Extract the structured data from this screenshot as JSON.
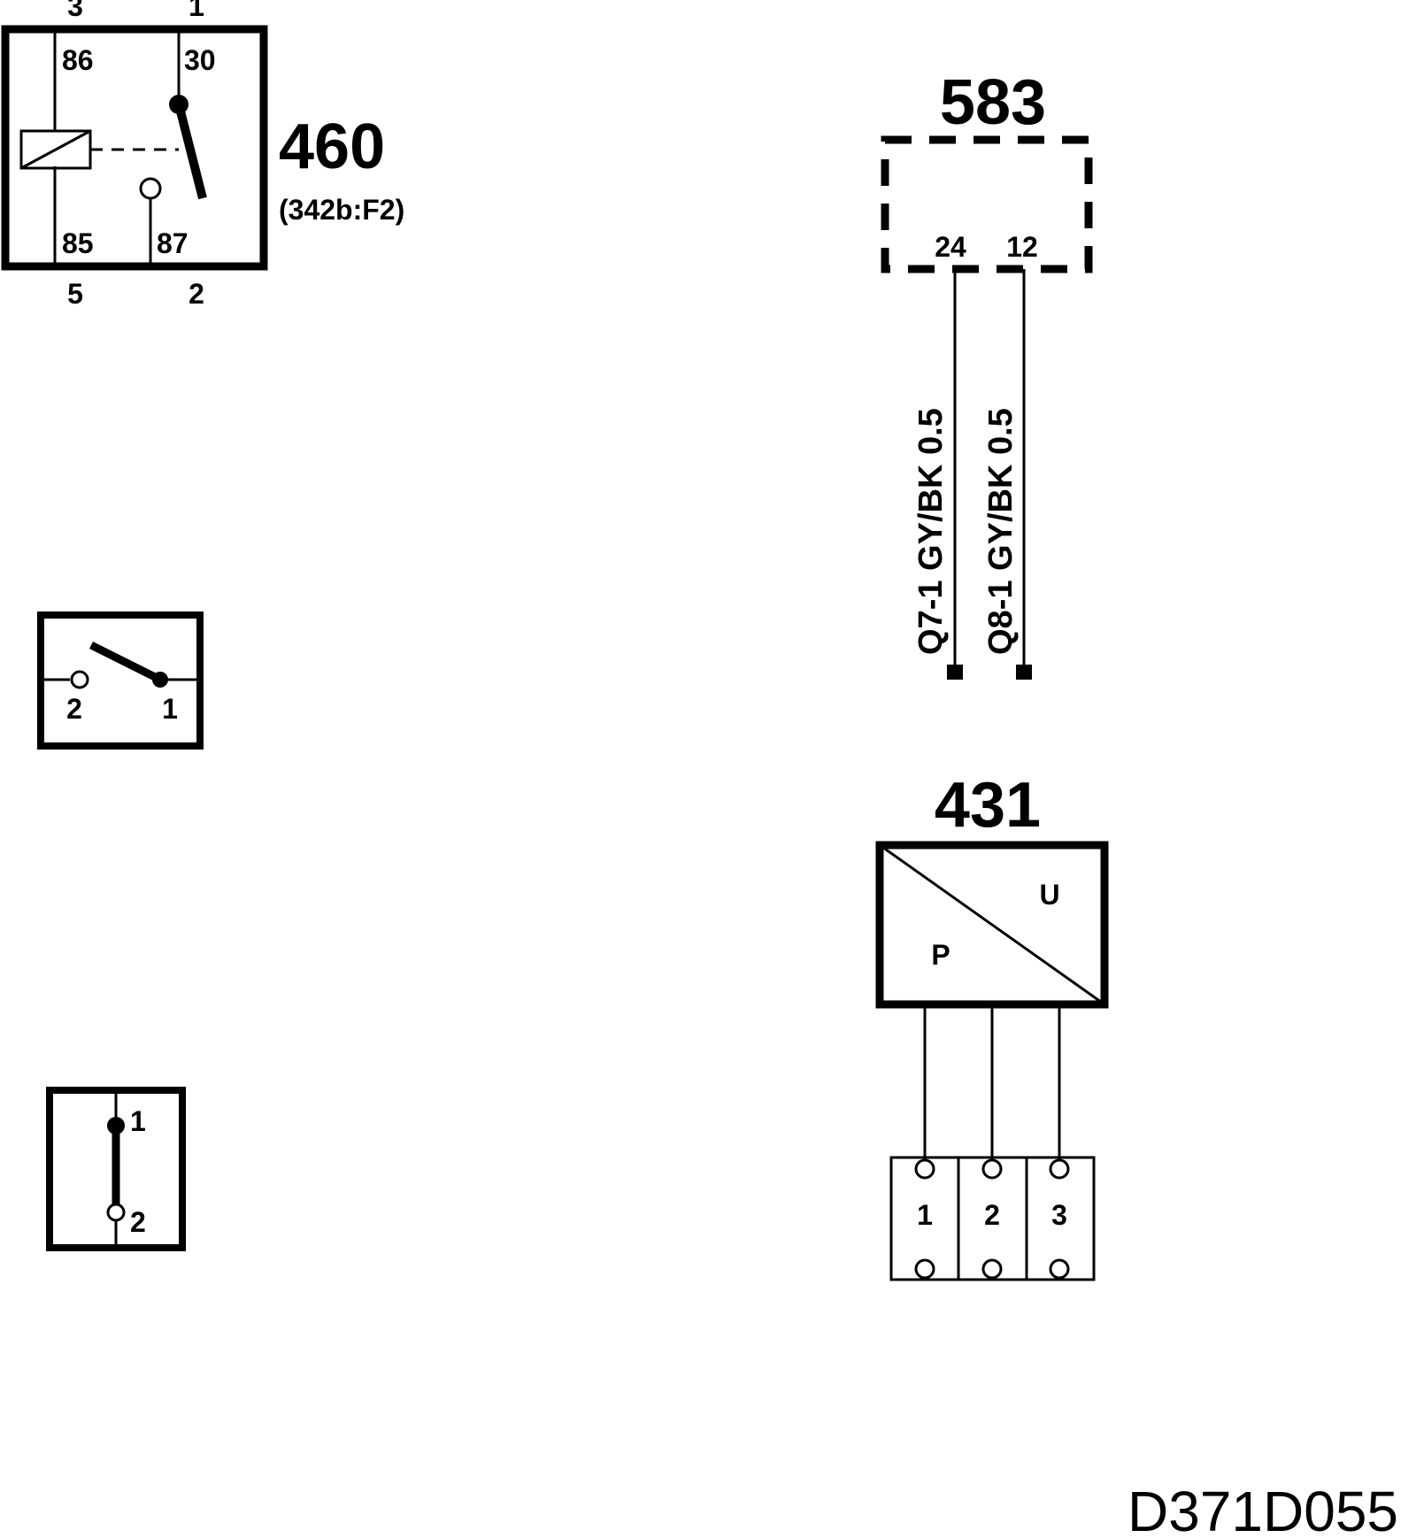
{
  "relay_460": {
    "id": "460",
    "ref": "(342b:F2)",
    "top_pins": [
      "3",
      "1"
    ],
    "bottom_pins": [
      "5",
      "2"
    ],
    "terminals": {
      "t86": "86",
      "t30": "30",
      "t85": "85",
      "t87": "87"
    }
  },
  "switch_a": {
    "pins": [
      "2",
      "1"
    ]
  },
  "switch_b": {
    "pins": [
      "1",
      "2"
    ]
  },
  "module_583": {
    "id": "583",
    "pins": [
      "24",
      "12"
    ],
    "wires": [
      "Q7-1 GY/BK 0.5",
      "Q8-1 GY/BK 0.5"
    ]
  },
  "sensor_431": {
    "id": "431",
    "labels": {
      "u": "U",
      "p": "P"
    },
    "connector_pins": [
      "1",
      "2",
      "3"
    ]
  },
  "drawing_code": "D371D055"
}
